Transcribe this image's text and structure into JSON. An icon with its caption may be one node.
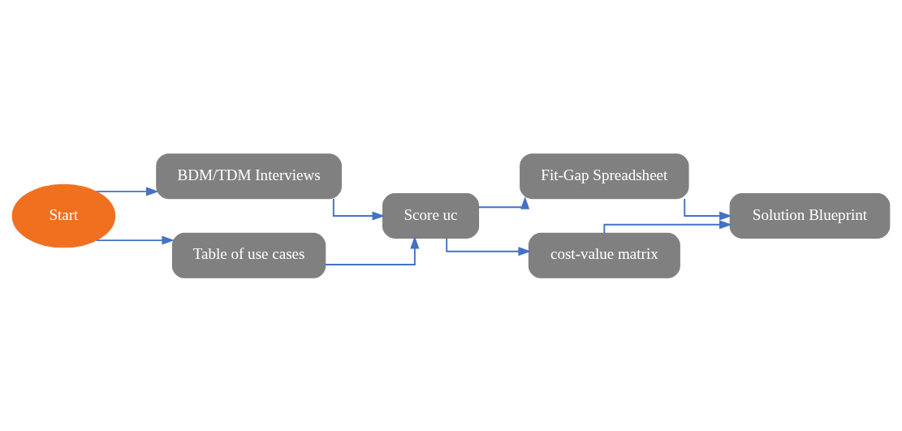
{
  "diagram": {
    "nodes": [
      {
        "text": [
          "Start"
        ]
      },
      {
        "text": [
          "BDM/TDM Interviews"
        ]
      },
      {
        "text": [
          "Table of use cases"
        ]
      },
      {
        "text": [
          "Score uc"
        ]
      },
      {
        "text": [
          "Fit-Gap Spreadsheet"
        ]
      },
      {
        "text": [
          "cost-value matrix"
        ]
      },
      {
        "text": [
          "Solution Blueprint"
        ]
      }
    ],
    "edges": [
      {
        "from": 0,
        "to": 1,
        "arrow": "to"
      },
      {
        "from": 0,
        "to": 2,
        "arrow": "to"
      },
      {
        "from": 1,
        "to": 3,
        "arrow": "to"
      },
      {
        "from": 2,
        "to": 3,
        "arrow": "to"
      },
      {
        "from": 3,
        "to": 4,
        "arrow": "to"
      },
      {
        "from": 3,
        "to": 5,
        "arrow": "to"
      },
      {
        "from": 4,
        "to": 6,
        "arrow": "to"
      },
      {
        "from": 5,
        "to": 6,
        "arrow": "to"
      }
    ]
  }
}
